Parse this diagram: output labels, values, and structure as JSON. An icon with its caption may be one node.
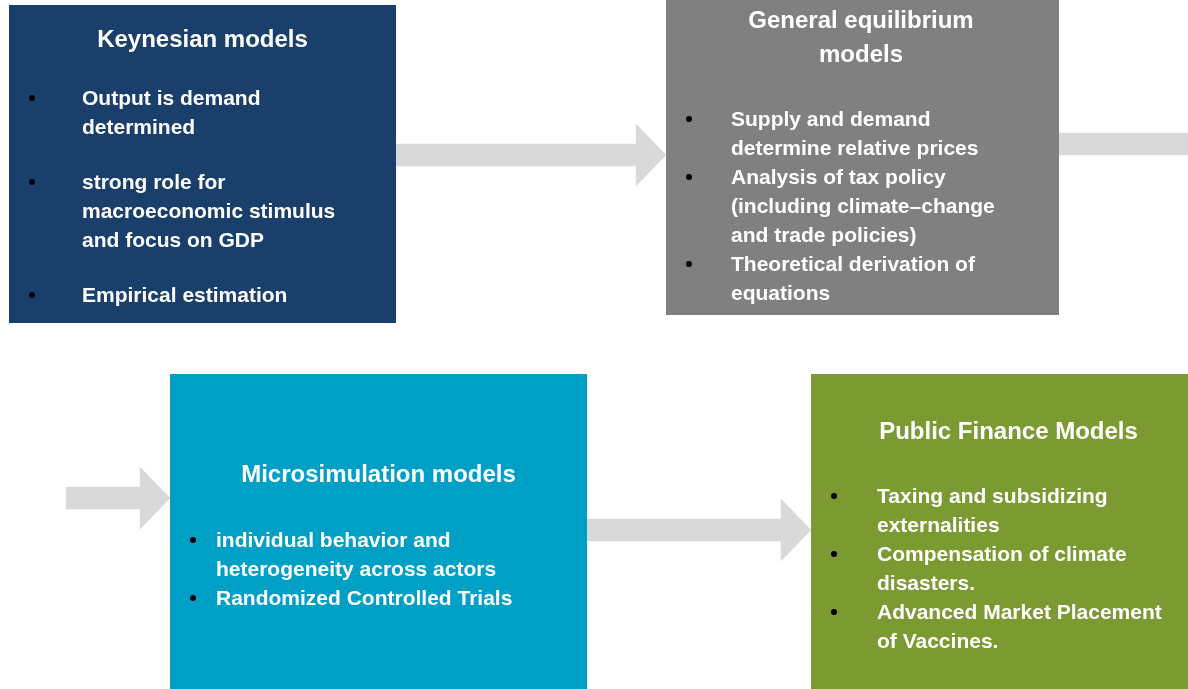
{
  "diagram": {
    "nodes": [
      {
        "text": [
          "Keynesian models",
          "Output is demand determined",
          "strong role  for macroeconomic stimulus and focus on GDP",
          "Empirical estimation"
        ]
      },
      {
        "text": [
          "General equilibrium models",
          "Supply and demand determine relative prices",
          "Analysis of tax policy (including climate–change and trade policies)",
          "Theoretical derivation of equations"
        ]
      },
      {
        "text": [
          "Microsimulation models",
          " individual behavior and heterogeneity across  actors",
          "Randomized Controlled Trials"
        ]
      },
      {
        "text": [
          "Public Finance Models",
          "Taxing and subsidizing externalities",
          "Compensation of climate disasters.",
          "Advanced Market Placement of Vaccines."
        ]
      }
    ],
    "edges": [
      {
        "from": 0,
        "to": 1,
        "arrow": "to"
      },
      {
        "from": 1,
        "to": null,
        "arrow": "none"
      },
      {
        "from": null,
        "to": 2,
        "arrow": "to"
      },
      {
        "from": 2,
        "to": 3,
        "arrow": "to"
      }
    ]
  }
}
